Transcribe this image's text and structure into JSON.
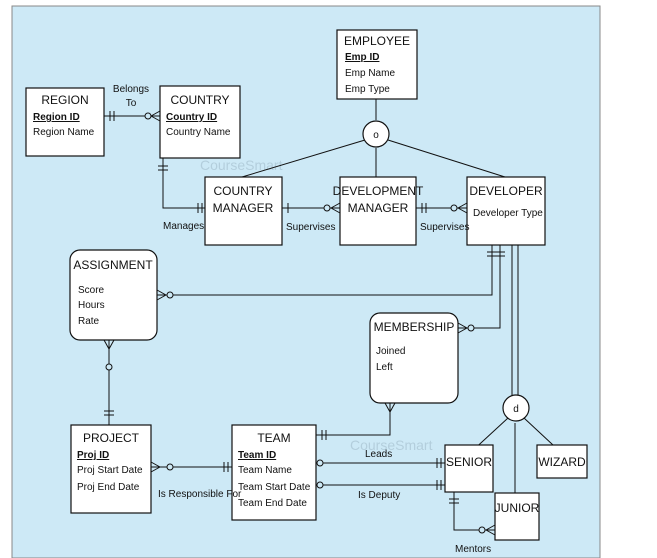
{
  "entities": {
    "employee": {
      "title": "EMPLOYEE",
      "pk": "Emp ID",
      "attrs": [
        "Emp Name",
        "Emp Type"
      ]
    },
    "region": {
      "title": "REGION",
      "pk": "Region ID",
      "attrs": [
        "Region Name"
      ]
    },
    "country": {
      "title": "COUNTRY",
      "pk": "Country ID",
      "attrs": [
        "Country Name"
      ]
    },
    "country_manager": {
      "title_lines": [
        "COUNTRY",
        "MANAGER"
      ]
    },
    "development_manager": {
      "title_lines": [
        "DEVELOPMENT",
        "MANAGER"
      ]
    },
    "developer": {
      "title": "DEVELOPER",
      "attrs": [
        "Developer Type"
      ]
    },
    "assignment": {
      "title": "ASSIGNMENT",
      "attrs": [
        "Score",
        "Hours",
        "Rate"
      ]
    },
    "membership": {
      "title": "MEMBERSHIP",
      "attrs": [
        "Joined",
        "Left"
      ]
    },
    "project": {
      "title": "PROJECT",
      "pk": "Proj ID",
      "attrs": [
        "Proj Start Date",
        "Proj End Date"
      ]
    },
    "team": {
      "title": "TEAM",
      "pk": "Team ID",
      "attrs": [
        "Team Name",
        "Team Start Date",
        "Team End Date"
      ]
    },
    "senior": {
      "title": "SENIOR"
    },
    "junior": {
      "title": "JUNIOR"
    },
    "wizard": {
      "title": "WIZARD"
    }
  },
  "subtype_markers": {
    "overlap": "o",
    "disjoint": "d"
  },
  "relationships": {
    "belongs_to": [
      "Belongs",
      "To"
    ],
    "manages": "Manages",
    "supervises_1": "Supervises",
    "supervises_2": "Supervises",
    "is_responsible_for": "Is Responsible For",
    "leads": "Leads",
    "is_deputy": "Is Deputy",
    "mentors": "Mentors"
  },
  "watermarks": [
    "CourseSmart",
    "CourseSmart"
  ],
  "colors": {
    "background": "#cde9f6",
    "box": "#ffffff",
    "line": "#111111"
  }
}
